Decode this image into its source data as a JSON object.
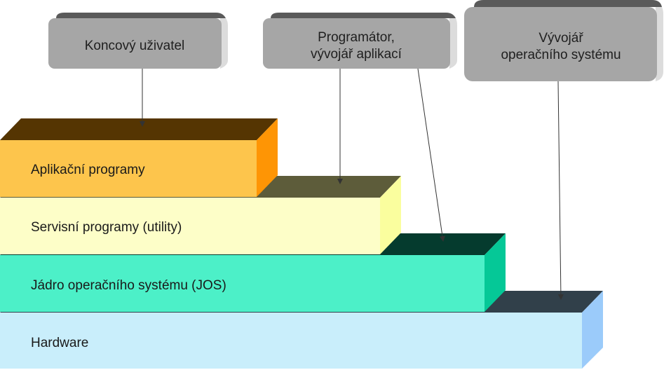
{
  "layers": [
    {
      "label": "Aplikační programy",
      "front": "#fdc54c",
      "top": "#553502",
      "side": "#fe9505"
    },
    {
      "label": "Servisní programy (utility)",
      "front": "#fdfec8",
      "top": "#5d5c3a",
      "side": "#fafe9e"
    },
    {
      "label": "Jádro operačního systému (JOS)",
      "front": "#4cf0c8",
      "top": "#053b2e",
      "side": "#05c897"
    },
    {
      "label": "Hardware",
      "front": "#c9eefb",
      "top": "#31404a",
      "side": "#9bcbfa"
    }
  ],
  "callouts": [
    {
      "lines": [
        "Koncový uživatel"
      ]
    },
    {
      "lines": [
        "Programátor,",
        "vývojář aplikací"
      ]
    },
    {
      "lines": [
        "Vývojář",
        "operačního systému"
      ]
    }
  ],
  "colors": {
    "callout_front": "#a6a6a6",
    "callout_top": "#5a5a5a",
    "callout_side": "#dcdcdc",
    "arrow": "#333333"
  }
}
